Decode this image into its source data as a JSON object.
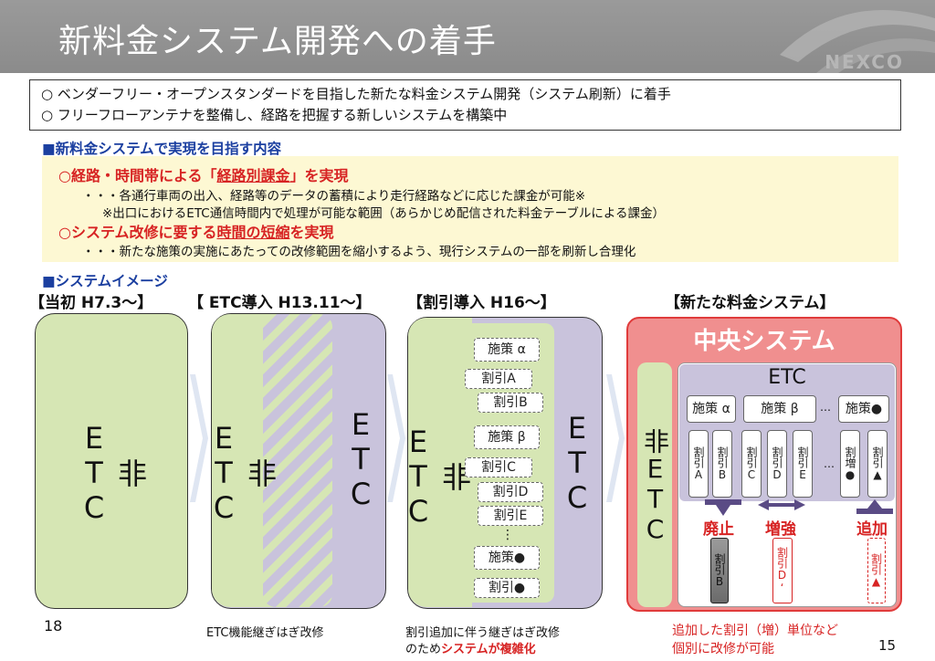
{
  "header": {
    "title": "新料金システム開発への着手",
    "logo": "NEXCO"
  },
  "intro": {
    "lines": [
      "○  ベンダーフリー・オープンスタンダードを目指した新たな料金システム開発（システム刷新）に着手",
      "○  フリーフローアンテナを整備し、経路を把握する新しいシステムを構築中"
    ]
  },
  "section1": {
    "heading": "■新料金システムで実現を目指す内容",
    "item1_pre": "○経路・時間帯による「",
    "item1_u": "経路別課金",
    "item1_post": "」を実現",
    "item1_desc": "・・・各通行車両の出入、経路等のデータの蓄積により走行経路などに応じた課金が可能※",
    "item1_note": "※出口におけるETC通信時間内で処理が可能な範囲（あらかじめ配信された料金テーブルによる課金）",
    "item2_pre": "○システム改修に要する",
    "item2_u": "時間の短縮",
    "item2_post": "を実現",
    "item2_desc": "・・・新たな施策の実施にあたっての改修範囲を縮小するよう、現行システムの一部を刷新し合理化"
  },
  "section2": {
    "heading": "■システムイメージ"
  },
  "eras": {
    "e1": "【当初 H7.3～】",
    "e2": "【 ETC導入 H13.11～】",
    "e3": "【割引導入 H16～】",
    "e4": "【新たな料金システム】"
  },
  "labels": {
    "non_etc": "非ETC",
    "etc": "ETC",
    "central": "中央システム"
  },
  "panel3": {
    "policy_a": "施策 α",
    "disc_a": "割引A",
    "disc_b": "割引B",
    "policy_b": "施策 β",
    "disc_c": "割引C",
    "disc_d": "割引D",
    "disc_e": "割引E",
    "dots": "⋮",
    "policy_x": "施策●",
    "disc_x": "割引●"
  },
  "panel4": {
    "policy_a": "施策 α",
    "policy_b": "施策 β",
    "policy_x": "施策●",
    "ellipsis": "…",
    "cols": [
      "割引A",
      "割引B",
      "割引C",
      "割引D",
      "割引E",
      "割増●",
      "割引▲"
    ],
    "col_dots": "…",
    "abolish": "廃止",
    "strengthen": "増強",
    "add": "追加",
    "out1": "割引B",
    "out2": "割引D‘",
    "out3": "割引▲"
  },
  "footer": {
    "page_left": "18",
    "cap2": "ETC機能継ぎはぎ改修",
    "cap3_l1": "割引追加に伴う継ぎはぎ改修",
    "cap3_l2_pre": "のため",
    "cap3_l2_red": "システムが複雑化",
    "cap4_l1": "追加した割引（増）単位など",
    "cap4_l2": "個別に改修が可能",
    "page_num": "15"
  },
  "colors": {
    "title_bg": "#8f8f8f",
    "green": "#d6e6b4",
    "purple": "#c9c3dc",
    "central": "#f08f8f",
    "accent_red": "#d72323",
    "blue": "#1b3fa0"
  }
}
